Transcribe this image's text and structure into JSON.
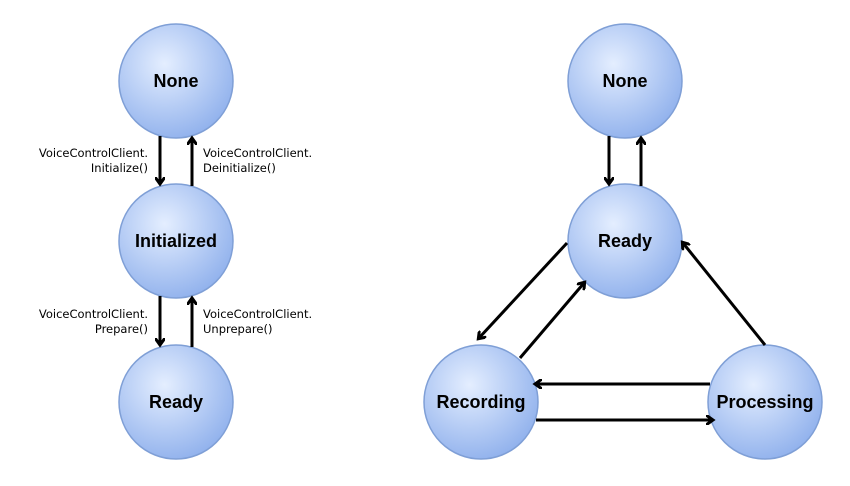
{
  "left": {
    "nodes": {
      "none": "None",
      "initialized": "Initialized",
      "ready": "Ready"
    },
    "edges": {
      "initialize": [
        "VoiceControlClient.",
        "Initialize()"
      ],
      "deinitialize": [
        "VoiceControlClient.",
        "Deinitialize()"
      ],
      "prepare": [
        "VoiceControlClient.",
        "Prepare()"
      ],
      "unprepare": [
        "VoiceControlClient.",
        "Unprepare()"
      ]
    }
  },
  "right": {
    "nodes": {
      "none": "None",
      "ready": "Ready",
      "recording": "Recording",
      "processing": "Processing"
    }
  },
  "colors": {
    "node_fill_light": "#e4eeff",
    "node_fill_dark": "#8fb0ec",
    "node_stroke": "#7f9fd6",
    "arrow": "#000000"
  }
}
